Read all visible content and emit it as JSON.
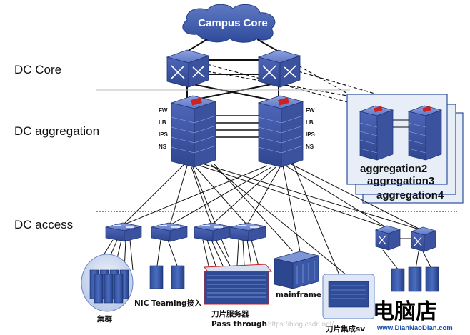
{
  "cloud": {
    "label": "Campus Core",
    "color": "#3a57a8"
  },
  "tiers": {
    "core": "DC Core",
    "aggregation": "DC aggregation",
    "access": "DC access"
  },
  "services": [
    "FW",
    "LB",
    "IPS",
    "NS"
  ],
  "panels": [
    "aggregation2",
    "aggregation3",
    "aggregation4"
  ],
  "labels": {
    "cluster": "集群",
    "nic_teaming": "NIC Teaming接入",
    "blade_server": "刀片服务器",
    "pass_through": "Pass through",
    "mainframe": "mainframe",
    "blade_integrated": "刀片集成sv"
  },
  "watermark": "https://blog.csdn.net/",
  "brand": {
    "name_cn": "电脑店",
    "url": "www.DianNaoDian.com"
  },
  "colors": {
    "switch_blue": "#4a63b5",
    "panel_fill": "#e8eef8",
    "panel_border": "#2c4f9c",
    "red_accent": "#cc2222"
  }
}
